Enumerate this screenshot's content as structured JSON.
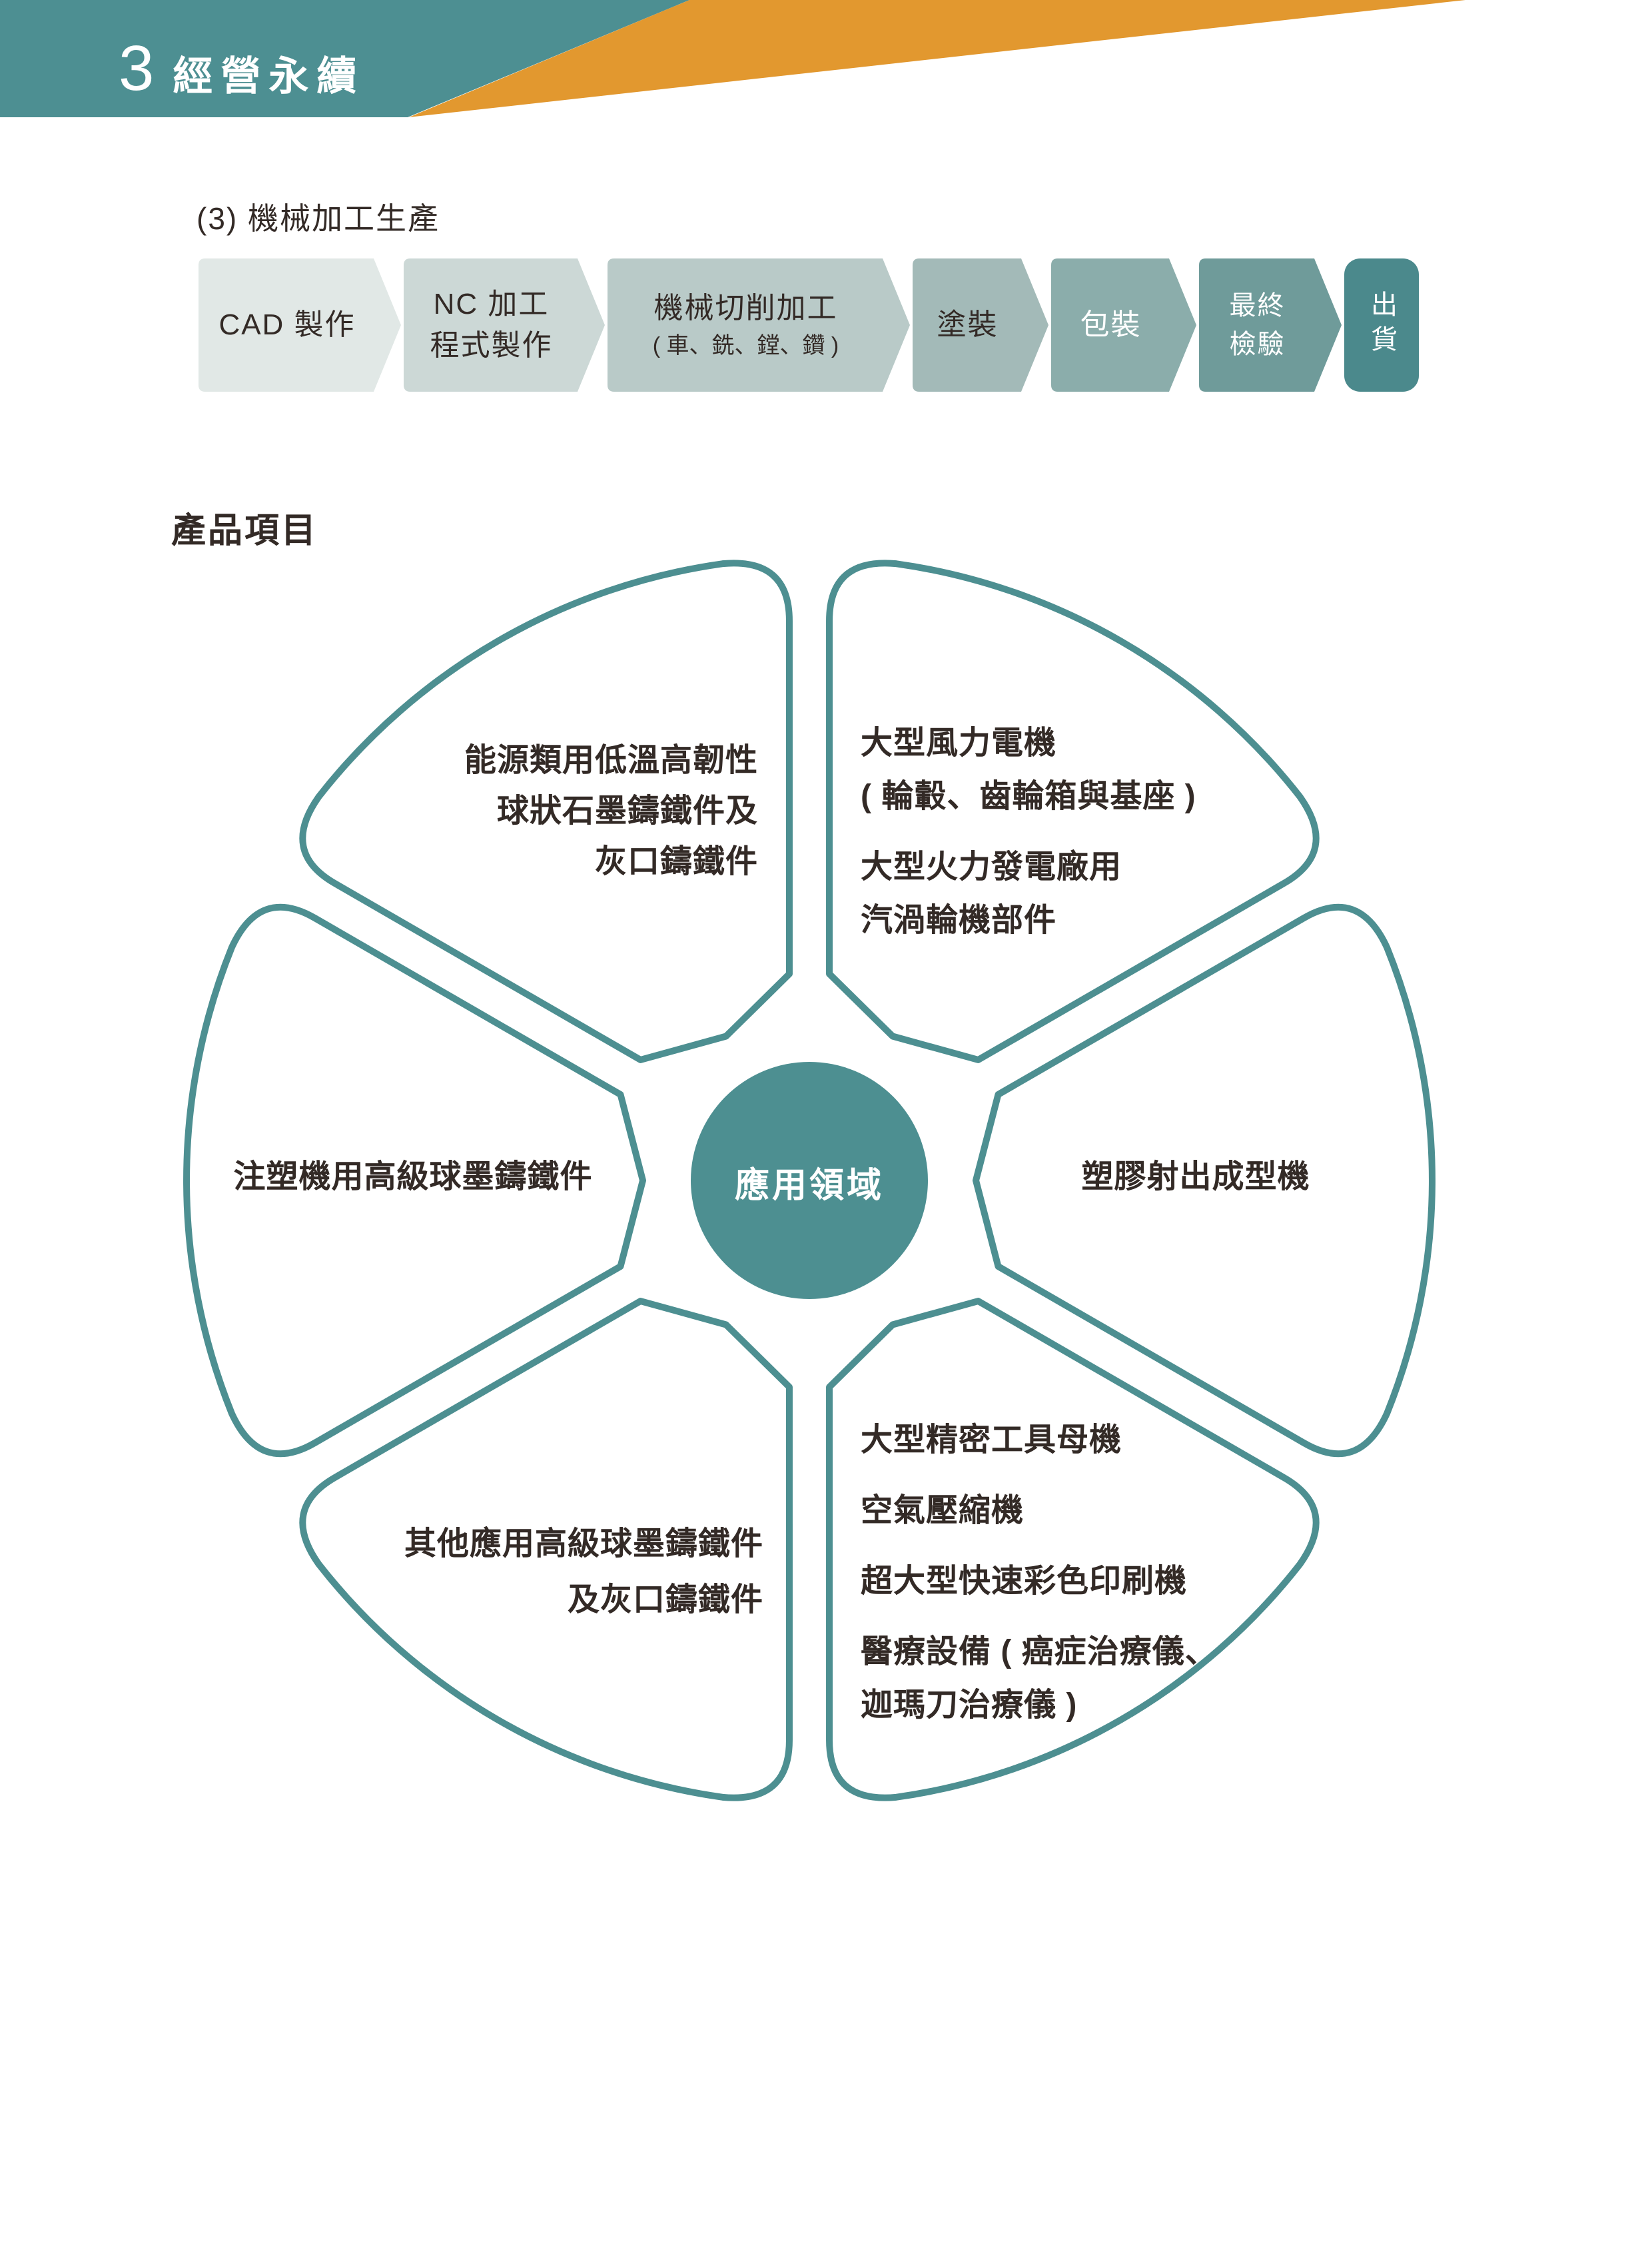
{
  "header": {
    "chapter_number": "3",
    "chapter_title": "經營永續"
  },
  "section": {
    "heading": "(3) 機械加工生產"
  },
  "process_flow": {
    "stages": [
      {
        "lines": [
          "CAD 製作"
        ]
      },
      {
        "lines": [
          "NC 加工",
          "程式製作"
        ]
      },
      {
        "lines": [
          "機械切削加工",
          "( 車、銑、鏜、鑽 )"
        ]
      },
      {
        "lines": [
          "塗裝"
        ]
      },
      {
        "lines": [
          "包裝"
        ]
      },
      {
        "lines": [
          "最終",
          "檢驗"
        ]
      },
      {
        "lines": [
          "出貨"
        ],
        "orientation": "vertical"
      }
    ]
  },
  "products": {
    "heading": "產品項目",
    "center_label": "應用領域",
    "petals": {
      "top_left": {
        "lines": [
          "能源類用低溫高韌性",
          "球狀石墨鑄鐵件及",
          "灰口鑄鐵件"
        ]
      },
      "top_right": {
        "lines": [
          "大型風力電機",
          "( 輪轂、齒輪箱與基座 )",
          "大型火力發電廠用",
          "汽渦輪機部件"
        ]
      },
      "left": {
        "lines": [
          "注塑機用高級球墨鑄鐵件"
        ]
      },
      "right": {
        "lines": [
          "塑膠射出成型機"
        ]
      },
      "bottom_left": {
        "lines": [
          "其他應用高級球墨鑄鐵件",
          "及灰口鑄鐵件"
        ]
      },
      "bottom_right": {
        "lines": [
          "大型精密工具母機",
          "空氣壓縮機",
          "超大型快速彩色印刷機",
          "醫療設備 ( 癌症治療儀、",
          "迦瑪刀治療儀 )"
        ]
      }
    }
  },
  "colors": {
    "header_teal": "#4d8f92",
    "accent_orange": "#e2982f",
    "diagram_teal": "#4d8f91",
    "text_dark": "#332a26",
    "stage_fills": [
      "#e1e8e6",
      "#ccd8d6",
      "#b9cac8",
      "#a3bab8",
      "#8badab",
      "#6f9b9a",
      "#4b898c"
    ],
    "stage_light_text": "#ffffff"
  }
}
